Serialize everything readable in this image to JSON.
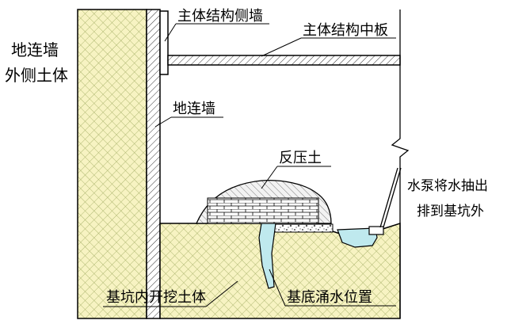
{
  "labels": {
    "outer_soil": "地连墙",
    "outer_soil_2": "外侧土体",
    "side_wall": "主体结构侧墙",
    "middle_slab": "主体结构中板",
    "diaphragm_wall": "地连墙",
    "counter_soil": "反压土",
    "pump_1": "水泵将水抽出",
    "pump_2": "排到基坑外",
    "excavated_soil": "基坑内开挖土体",
    "gushing_position": "基底涌水位置"
  },
  "colors": {
    "soil_fill": "#f7f3c2",
    "hatch": "#a8b26a",
    "water": "#bfe9ee",
    "wall_fill": "#ffffff"
  }
}
